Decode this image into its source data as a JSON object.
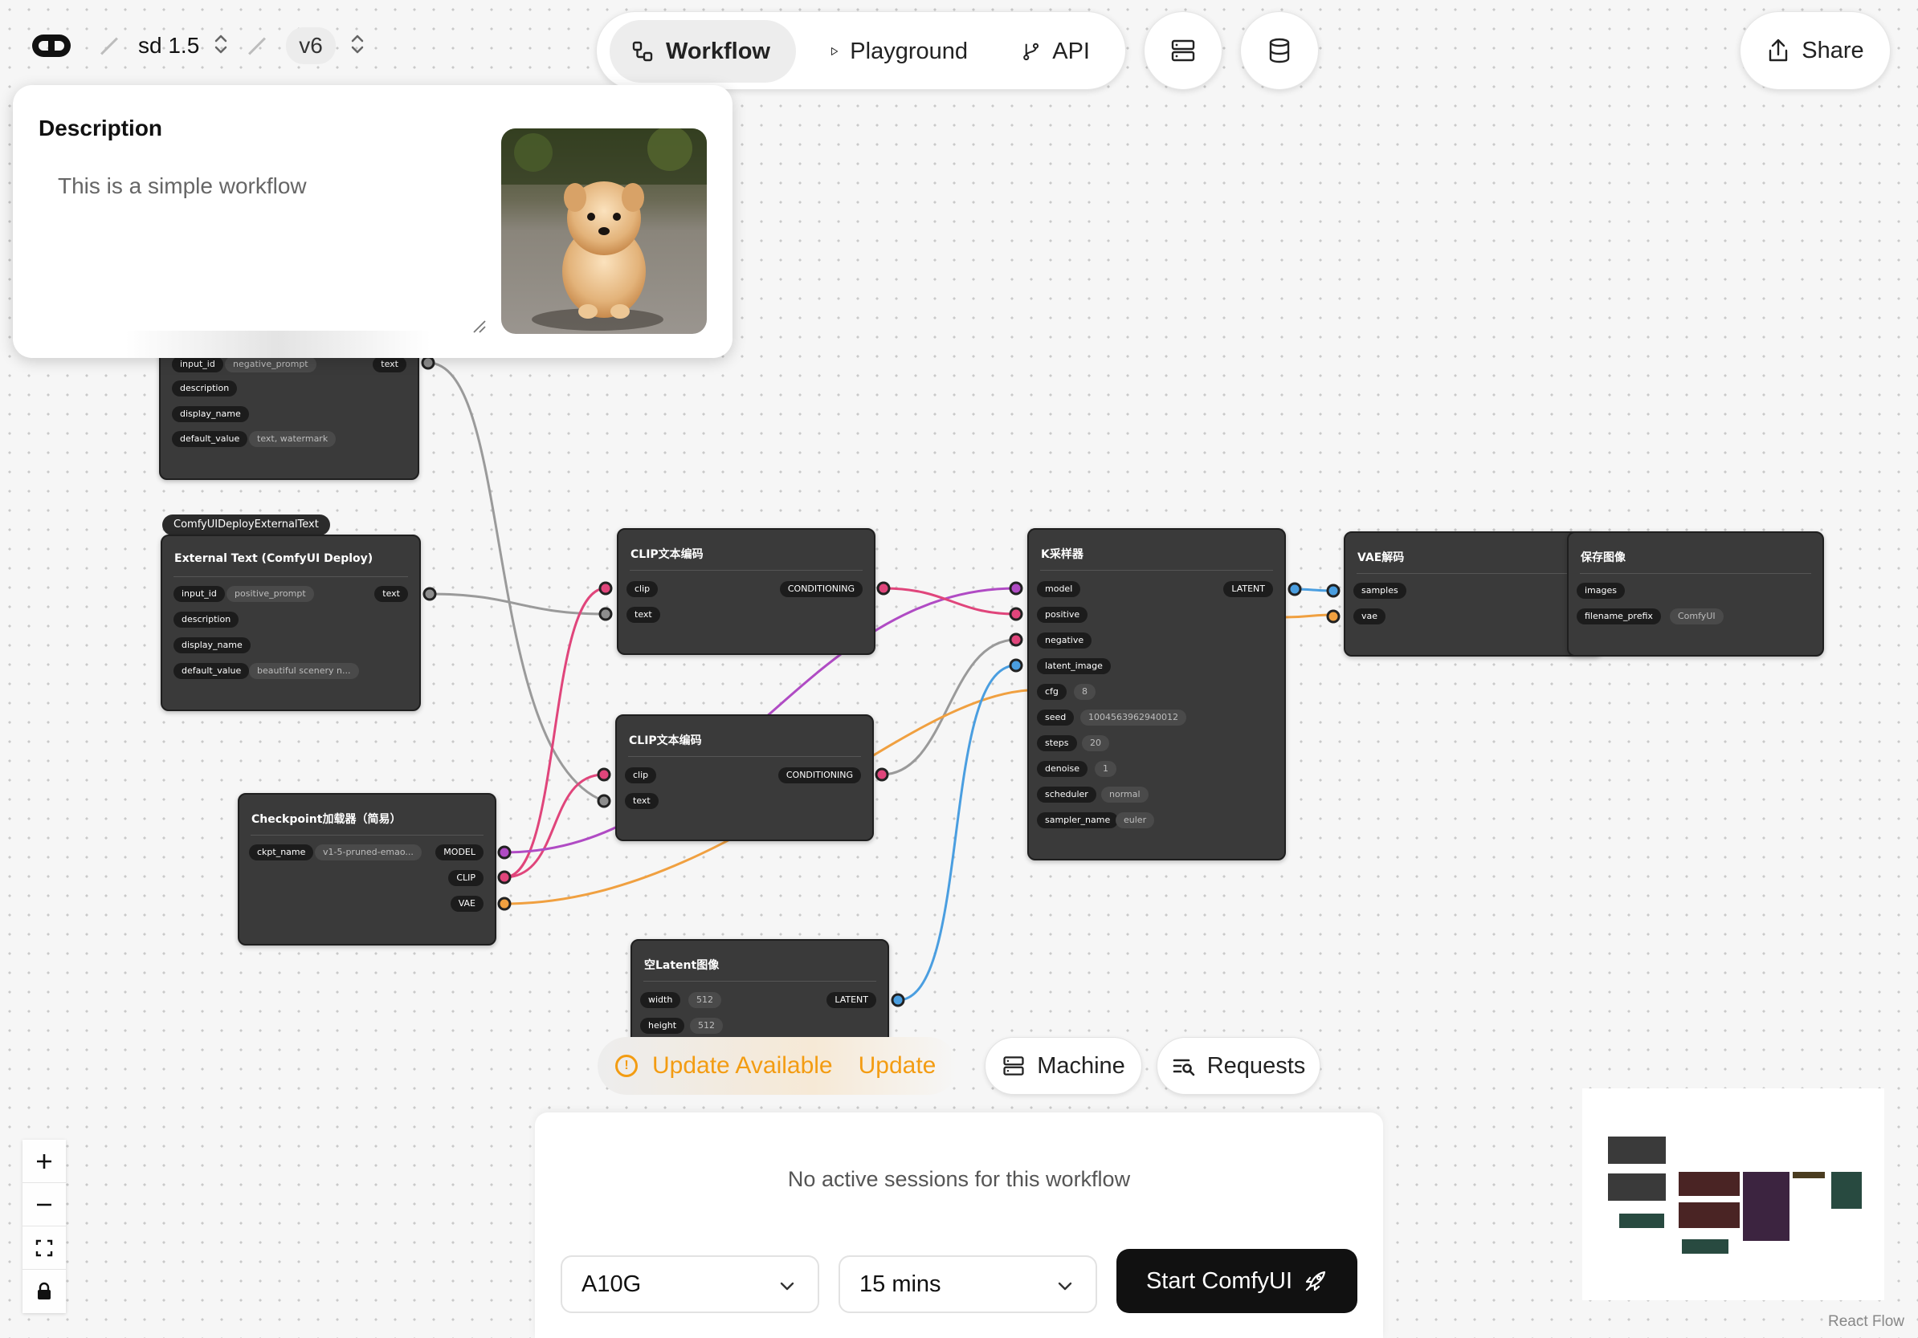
{
  "header": {
    "project_name": "sd 1.5",
    "version": "v6",
    "tabs": [
      {
        "label": "Workflow",
        "icon": "workflow-icon",
        "active": true
      },
      {
        "label": "Playground",
        "icon": "play-icon",
        "active": false
      },
      {
        "label": "API",
        "icon": "git-branch-icon",
        "active": false
      }
    ],
    "share_label": "Share"
  },
  "description": {
    "title": "Description",
    "text": "This is a simple workflow"
  },
  "nodes": {
    "neg_text": {
      "inputs": [
        {
          "name": "input_id",
          "value": "negative_prompt",
          "out": "text"
        },
        {
          "name": "description"
        },
        {
          "name": "display_name"
        },
        {
          "name": "default_value",
          "value": "text, watermark"
        }
      ]
    },
    "pos_text": {
      "tag": "ComfyUIDeployExternalText",
      "title": "External Text (ComfyUI Deploy)",
      "inputs": [
        {
          "name": "input_id",
          "value": "positive_prompt",
          "out": "text"
        },
        {
          "name": "description"
        },
        {
          "name": "display_name"
        },
        {
          "name": "default_value",
          "value": "beautiful scenery n..."
        }
      ]
    },
    "clip1": {
      "title": "CLIP文本编码",
      "inputs": [
        "clip",
        "text"
      ],
      "output": "CONDITIONING"
    },
    "clip2": {
      "title": "CLIP文本编码",
      "inputs": [
        "clip",
        "text"
      ],
      "output": "CONDITIONING"
    },
    "checkpoint": {
      "title": "Checkpoint加载器（简易）",
      "input": {
        "name": "ckpt_name",
        "value": "v1-5-pruned-emao..."
      },
      "outputs": [
        "MODEL",
        "CLIP",
        "VAE"
      ]
    },
    "ksampler": {
      "title": "K采样器",
      "output": "LATENT",
      "inputs": [
        {
          "name": "model"
        },
        {
          "name": "positive"
        },
        {
          "name": "negative"
        },
        {
          "name": "latent_image"
        },
        {
          "name": "cfg",
          "value": "8"
        },
        {
          "name": "seed",
          "value": "1004563962940012"
        },
        {
          "name": "steps",
          "value": "20"
        },
        {
          "name": "denoise",
          "value": "1"
        },
        {
          "name": "scheduler",
          "value": "normal"
        },
        {
          "name": "sampler_name",
          "value": "euler"
        }
      ]
    },
    "vae": {
      "title": "VAE解码",
      "inputs": [
        "samples",
        "vae"
      ]
    },
    "save": {
      "title": "保存图像",
      "inputs": [
        {
          "name": "images"
        },
        {
          "name": "filename_prefix",
          "value": "ComfyUI"
        }
      ]
    },
    "latent": {
      "title": "空Latent图像",
      "output": "LATENT",
      "inputs": [
        {
          "name": "width",
          "value": "512"
        },
        {
          "name": "height",
          "value": "512"
        }
      ]
    }
  },
  "bottom": {
    "update_text": "Update Available",
    "update_link": "Update",
    "machine_label": "Machine",
    "requests_label": "Requests",
    "no_sessions": "No active sessions for this workflow",
    "gpu": "A10G",
    "duration": "15 mins",
    "start_label": "Start ComfyUI"
  },
  "attribution": "React Flow",
  "colors": {
    "accent_orange": "#f39c12",
    "wire_pink": "#e0457b",
    "wire_purple": "#b04bc4",
    "wire_orange": "#f0a040",
    "wire_blue": "#4a9ee0",
    "wire_gray": "#9a9a9a",
    "node_bg": "#3a3a3a"
  }
}
